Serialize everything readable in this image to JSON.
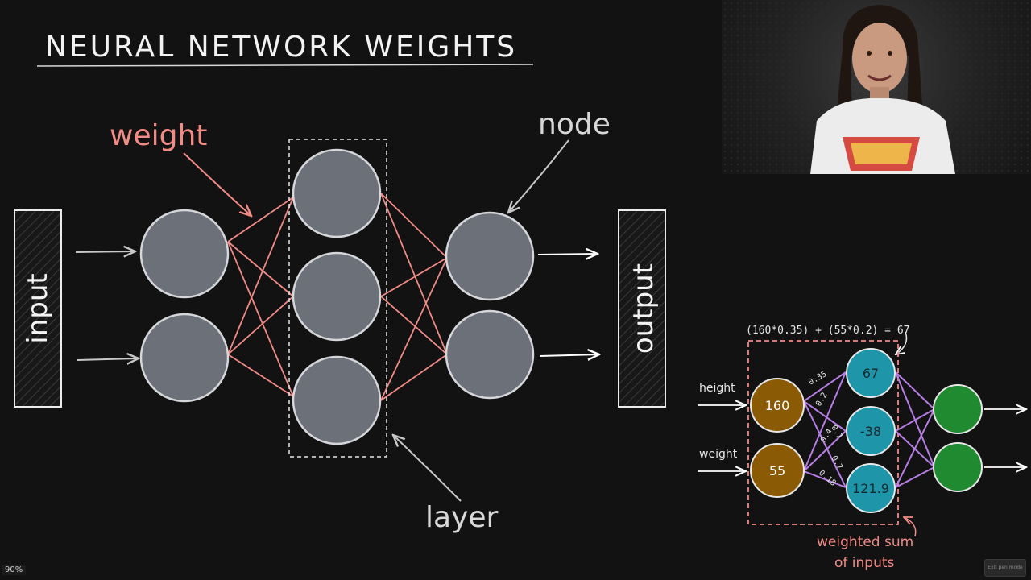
{
  "title": "NEURAL NETWORK WEIGHTS",
  "annotations": {
    "weight": "weight",
    "node": "node",
    "layer": "layer",
    "input": "input",
    "output": "output"
  },
  "example": {
    "formula": "(160*0.35) + (55*0.2) = 67",
    "input_labels": [
      "height",
      "weight"
    ],
    "input_values": [
      "160",
      "55"
    ],
    "hidden_values": [
      "67",
      "-38",
      "121.9"
    ],
    "weights": [
      "0.35",
      "0.2",
      "0.1",
      "0.4",
      "0.7",
      "0.18"
    ],
    "caption_line1": "weighted sum",
    "caption_line2": "of inputs"
  },
  "footer": {
    "zoom": "90%",
    "exit_label": "Exit pen mode"
  },
  "colors": {
    "background": "#121212",
    "node_gray": "#6b7079",
    "node_stroke": "#d4d6da",
    "weight_pink": "#f28b86",
    "arrow_gray": "#c8c8c8",
    "example_brown": "#8b5a05",
    "example_teal": "#1e95a9",
    "example_green": "#1f8a30",
    "example_purple": "#b77ee6",
    "dashed_box_pink": "#ef8b8b"
  }
}
